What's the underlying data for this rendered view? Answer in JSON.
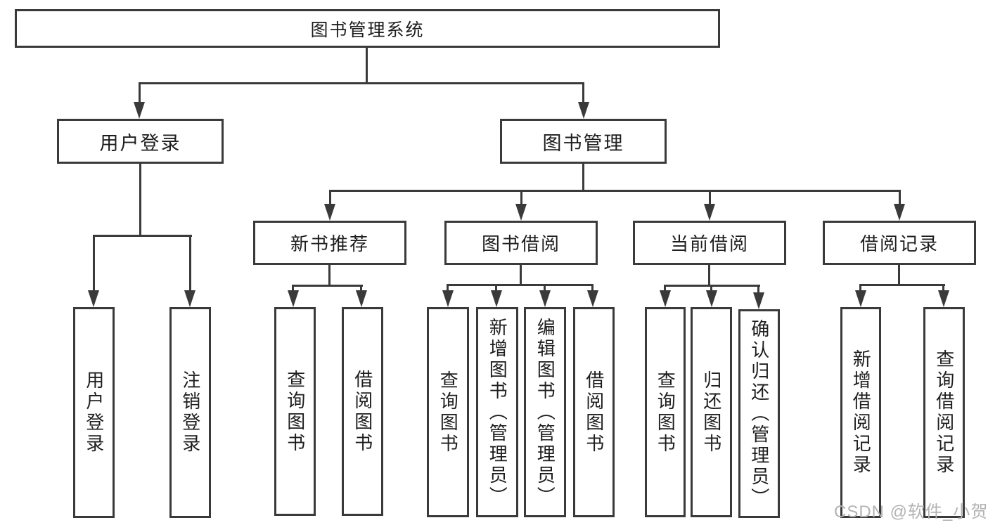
{
  "watermark": {
    "text": "CSDN @软件_小贺同学"
  },
  "colors": {
    "line": "#3a3a3a",
    "box_border": "#3a3a3a",
    "text": "#1e1e1e",
    "background": "#ffffff",
    "watermark": "#b3b3b3"
  },
  "tree": {
    "label": "图书管理系统",
    "children": [
      {
        "label": "用户登录",
        "children": [
          {
            "label": "用户登录"
          },
          {
            "label": "注销登录"
          }
        ]
      },
      {
        "label": "图书管理",
        "children": [
          {
            "label": "新书推荐",
            "children": [
              {
                "label": "查询图书"
              },
              {
                "label": "借阅图书"
              }
            ]
          },
          {
            "label": "图书借阅",
            "children": [
              {
                "label": "查询图书"
              },
              {
                "label": "新增图书（管理员）"
              },
              {
                "label": "编辑图书（管理员）"
              },
              {
                "label": "借阅图书"
              }
            ]
          },
          {
            "label": "当前借阅",
            "children": [
              {
                "label": "查询图书"
              },
              {
                "label": "归还图书"
              },
              {
                "label": "确认归还（管理员）"
              }
            ]
          },
          {
            "label": "借阅记录",
            "children": [
              {
                "label": "新增借阅记录"
              },
              {
                "label": "查询借阅记录"
              }
            ]
          }
        ]
      }
    ]
  }
}
